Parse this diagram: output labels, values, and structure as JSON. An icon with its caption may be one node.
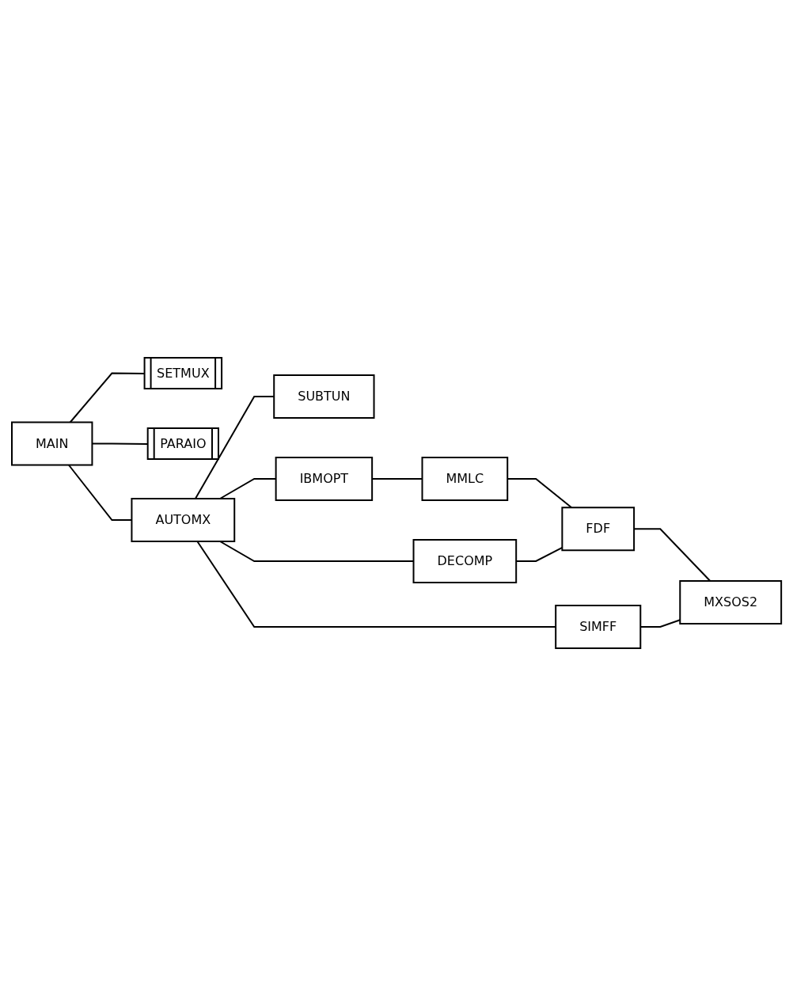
{
  "diagram": {
    "nodes": [
      {
        "text": [
          "MAIN"
        ]
      },
      {
        "text": [
          "SETMUX"
        ]
      },
      {
        "text": [
          "PARAIO"
        ]
      },
      {
        "text": [
          "AUTOMX"
        ]
      },
      {
        "text": [
          "DECOMP"
        ]
      },
      {
        "text": [
          "SIMFF"
        ]
      },
      {
        "text": [
          "SUBTUN"
        ]
      },
      {
        "text": [
          "IBMOPT"
        ]
      },
      {
        "text": [
          "MMLC"
        ]
      },
      {
        "text": [
          "FDF"
        ]
      },
      {
        "text": [
          "MXSOS2"
        ]
      }
    ],
    "edges": [
      {
        "from": 0,
        "to": 1,
        "arrow": "none"
      },
      {
        "from": 0,
        "to": 2,
        "arrow": "none"
      },
      {
        "from": 0,
        "to": 3,
        "arrow": "none"
      },
      {
        "from": 3,
        "to": 4,
        "arrow": "none"
      },
      {
        "from": 3,
        "to": 5,
        "arrow": "none"
      },
      {
        "from": 3,
        "to": 6,
        "arrow": "none"
      },
      {
        "from": 3,
        "to": 7,
        "arrow": "none"
      },
      {
        "from": 7,
        "to": 8,
        "arrow": "none"
      },
      {
        "from": 8,
        "to": 9,
        "arrow": "none"
      },
      {
        "from": 4,
        "to": 9,
        "arrow": "none"
      },
      {
        "from": 9,
        "to": 10,
        "arrow": "none"
      },
      {
        "from": 5,
        "to": 10,
        "arrow": "none"
      }
    ]
  }
}
